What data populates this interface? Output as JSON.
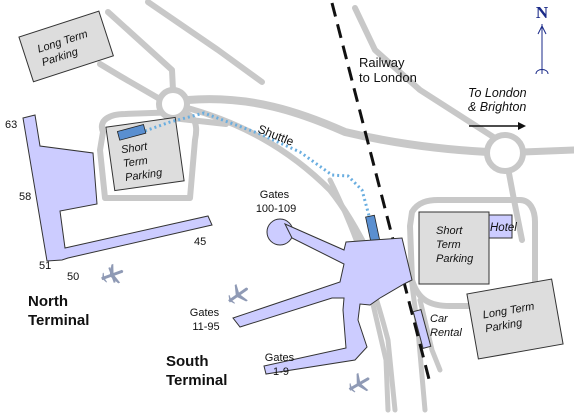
{
  "compass": {
    "letter": "N"
  },
  "labels": {
    "long_term_parking_nw": [
      "Long Term",
      "Parking"
    ],
    "short_term_parking_north": [
      "Short",
      "Term",
      "Parking"
    ],
    "shuttle": "Shuttle",
    "railway": [
      "Railway",
      "to London"
    ],
    "to_london_brighton": [
      "To London",
      "& Brighton"
    ],
    "gates_100_109": [
      "Gates",
      "100-109"
    ],
    "gates_11_95": [
      "Gates",
      "11-95"
    ],
    "gates_1_9": [
      "Gates",
      "1-9"
    ],
    "short_term_parking_south": [
      "Short",
      "Term",
      "Parking"
    ],
    "hotel": "Hotel",
    "car_rental": [
      "Car",
      "Rental"
    ],
    "long_term_parking_se": [
      "Long Term",
      "Parking"
    ],
    "north_terminal": [
      "North",
      "Terminal"
    ],
    "south_terminal": [
      "South",
      "Terminal"
    ],
    "pier_numbers": {
      "n63": "63",
      "n58": "58",
      "n51": "51",
      "n50": "50",
      "n45": "45"
    }
  },
  "colors": {
    "road": "#c8c8c8",
    "building_fill": "#ccccff",
    "building_stroke": "#333333",
    "parking_fill": "#dddddd",
    "shuttle_path": "#6aaee0",
    "station": "#5a8fd0",
    "rail": "#111111",
    "plane": "#8f9ab5",
    "compass": "#1a2a88"
  }
}
